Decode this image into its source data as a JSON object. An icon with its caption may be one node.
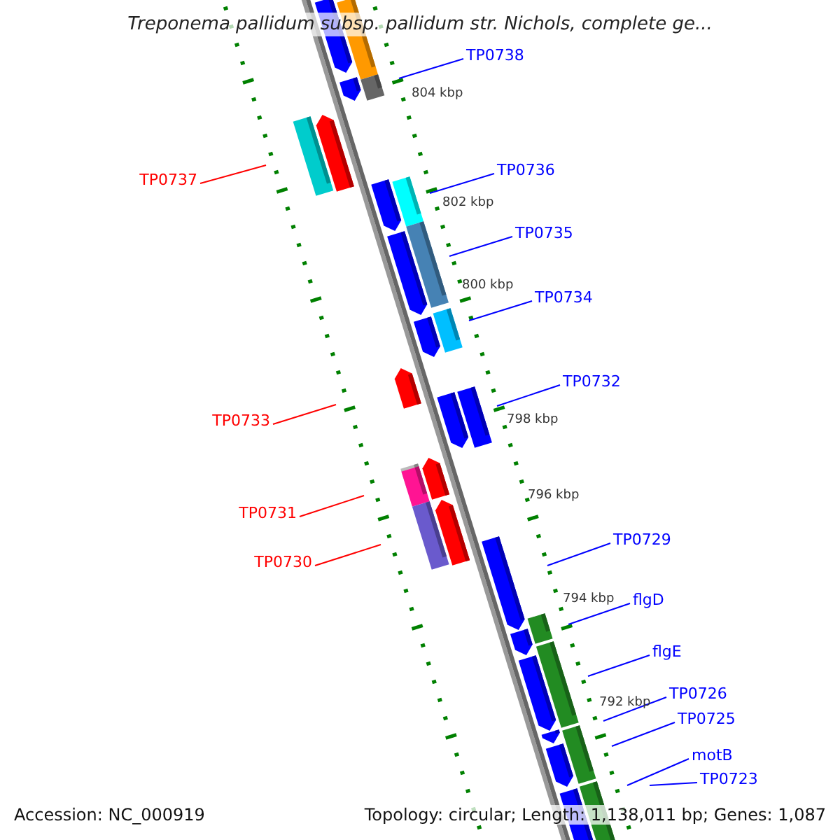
{
  "diagram": {
    "title": "Treponema pallidum subsp. pallidum str. Nichols, complete ge...",
    "nodes": [
      {
        "text": [
          "TP0738"
        ]
      },
      {
        "text": [
          "TP0737"
        ]
      },
      {
        "text": [
          "TP0736"
        ]
      },
      {
        "text": [
          "TP0735"
        ]
      },
      {
        "text": [
          "TP0734"
        ]
      },
      {
        "text": [
          "TP0732"
        ]
      },
      {
        "text": [
          "TP0733"
        ]
      },
      {
        "text": [
          "TP0731"
        ]
      },
      {
        "text": [
          "TP0730"
        ]
      },
      {
        "text": [
          "TP0729"
        ]
      },
      {
        "text": [
          "flgD"
        ]
      },
      {
        "text": [
          "flgE"
        ]
      },
      {
        "text": [
          "TP0726"
        ]
      },
      {
        "text": [
          "TP0725"
        ]
      },
      {
        "text": [
          "motB"
        ]
      },
      {
        "text": [
          "TP0723"
        ]
      }
    ],
    "edges": [
      {
        "from": 0,
        "to": null,
        "arrow": "none"
      },
      {
        "from": 1,
        "to": null,
        "arrow": "none",
        "color": "#ff0000"
      },
      {
        "from": 2,
        "to": null,
        "arrow": "none"
      },
      {
        "from": 3,
        "to": null,
        "arrow": "none"
      },
      {
        "from": 4,
        "to": null,
        "arrow": "none"
      },
      {
        "from": 5,
        "to": null,
        "arrow": "none"
      },
      {
        "from": 6,
        "to": null,
        "arrow": "none",
        "color": "#ff0000"
      },
      {
        "from": 7,
        "to": null,
        "arrow": "none",
        "color": "#ff0000"
      },
      {
        "from": 8,
        "to": null,
        "arrow": "none",
        "color": "#ff0000"
      },
      {
        "from": 9,
        "to": null,
        "arrow": "none"
      },
      {
        "from": 10,
        "to": null,
        "arrow": "none"
      },
      {
        "from": 11,
        "to": null,
        "arrow": "none"
      },
      {
        "from": 12,
        "to": null,
        "arrow": "none"
      },
      {
        "from": 13,
        "to": null,
        "arrow": "none"
      },
      {
        "from": 14,
        "to": null,
        "arrow": "none"
      },
      {
        "from": 15,
        "to": null,
        "arrow": "none"
      }
    ],
    "labels": [
      "804 kbp",
      "802 kbp",
      "800 kbp",
      "798 kbp",
      "796 kbp",
      "794 kbp",
      "792 kbp",
      "Accession: NC_000919",
      "Topology: circular; Length: 1,138,011 bp; Genes: 1,087"
    ]
  }
}
